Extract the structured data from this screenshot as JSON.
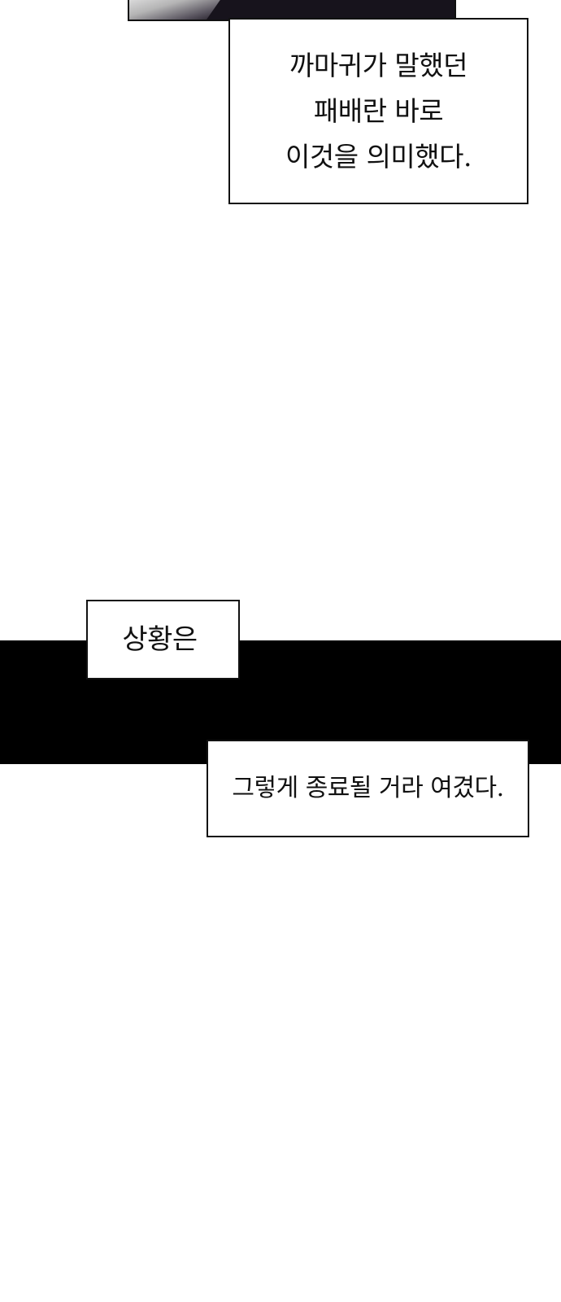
{
  "panels": {
    "top_panel": {
      "fill_color": "#17131c"
    }
  },
  "captions": {
    "first": {
      "lines": [
        "까마귀가 말했던",
        "패배란 바로",
        "이것을 의미했다."
      ]
    },
    "second": {
      "lines": [
        "상황은"
      ]
    },
    "third": {
      "lines": [
        "그렇게 종료될 거라 여겼다."
      ]
    }
  },
  "band": {
    "color": "#000000"
  }
}
